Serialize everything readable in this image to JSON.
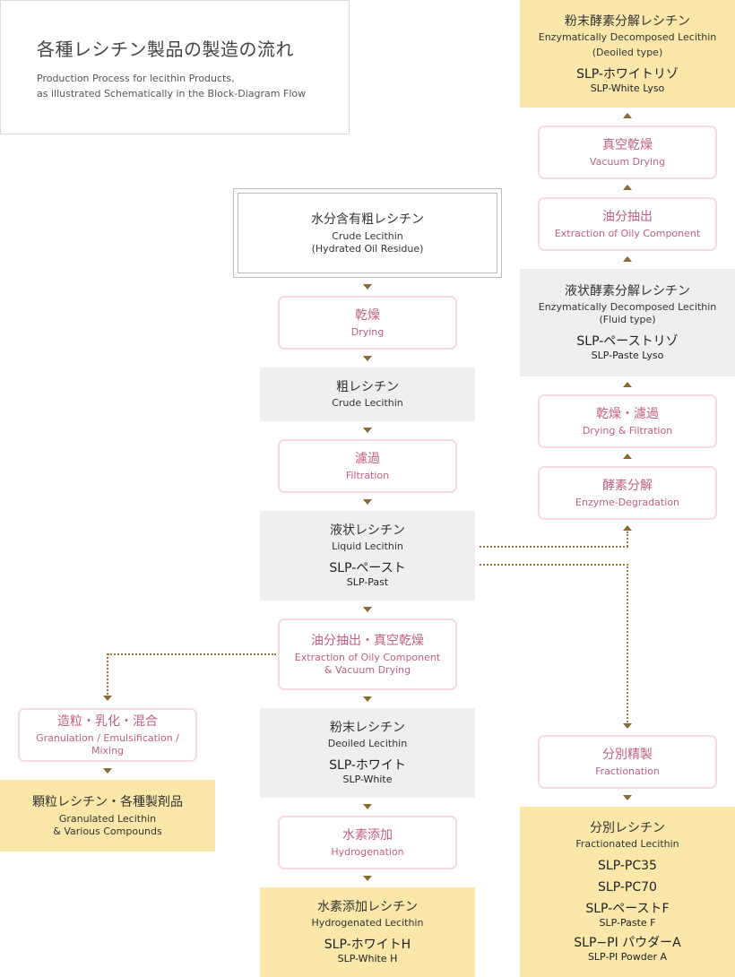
{
  "title": {
    "jp": "各種レシチン製品の製造の流れ",
    "en_line1": "Production Process for lecithin Products,",
    "en_line2": "as illustrated Schematically in the Block-Diagram Flow"
  },
  "center": {
    "crude_hydrated": {
      "jp": "水分含有粗レシチン",
      "en1": "Crude Lecithin",
      "en2": "(Hydrated Oil Residue)"
    },
    "drying": {
      "jp": "乾燥",
      "en": "Drying"
    },
    "crude": {
      "jp": "粗レシチン",
      "en": "Crude Lecithin"
    },
    "filtration": {
      "jp": "濾過",
      "en": "Filtration"
    },
    "liquid": {
      "jp": "液状レシチン",
      "en": "Liquid Lecithin",
      "prod": "SLP-ペースト",
      "prod_en": "SLP-Past"
    },
    "extract_vacuum": {
      "jp": "油分抽出・真空乾燥",
      "en1": "Extraction of Oily Component",
      "en2": "& Vacuum Drying"
    },
    "deoiled": {
      "jp": "粉末レシチン",
      "en": "Deoiled Lecithin",
      "prod": "SLP-ホワイト",
      "prod_en": "SLP-White"
    },
    "hydrogenation": {
      "jp": "水素添加",
      "en": "Hydrogenation"
    },
    "hydrogenated": {
      "jp": "水素添加レシチン",
      "en": "Hydrogenated Lecithin",
      "prod": "SLP-ホワイトH",
      "prod_en": "SLP-White H"
    }
  },
  "left": {
    "granulation": {
      "jp": "造粒・乳化・混合",
      "en": "Granulation / Emulsification / Mixing"
    },
    "granulated": {
      "jp": "顆粒レシチン・各種製剤品",
      "en1": "Granulated Lecithin",
      "en2": "& Various Compounds"
    }
  },
  "right": {
    "powder_lyso": {
      "jp": "粉末酵素分解レシチン",
      "en1": "Enzymatically Decomposed Lecithin",
      "en2": "(Deoiled type)",
      "prod": "SLP-ホワイトリゾ",
      "prod_en": "SLP-White Lyso"
    },
    "vacuum_drying": {
      "jp": "真空乾燥",
      "en": "Vacuum Drying"
    },
    "oil_extraction": {
      "jp": "油分抽出",
      "en": "Extraction of Oily Component"
    },
    "fluid_lyso": {
      "jp": "液状酵素分解レシチン",
      "en1": "Enzymatically Decomposed Lecithin",
      "en2": "(Fluid type)",
      "prod": "SLP-ペーストリゾ",
      "prod_en": "SLP-Paste Lyso"
    },
    "dry_filter": {
      "jp": "乾燥・濾過",
      "en": "Drying & Filtration"
    },
    "enzyme": {
      "jp": "酵素分解",
      "en": "Enzyme-Degradation"
    },
    "fractionation": {
      "jp": "分別精製",
      "en": "Fractionation"
    },
    "fractionated": {
      "jp": "分別レシチン",
      "en": "Fractionated Lecithin",
      "p1": "SLP-PC35",
      "p2": "SLP-PC70",
      "p3": "SLP-ペーストF",
      "p3_en": "SLP-Paste F",
      "p4": "SLP−PI パウダーA",
      "p4_en": "SLP-PI Powder A"
    }
  },
  "colors": {
    "process_text": "#c2607e",
    "process_border": "#f4dbe2",
    "product_bg": "#fbe7a9",
    "intermediate_bg": "#efefef",
    "arrow": "#8a6a32"
  }
}
